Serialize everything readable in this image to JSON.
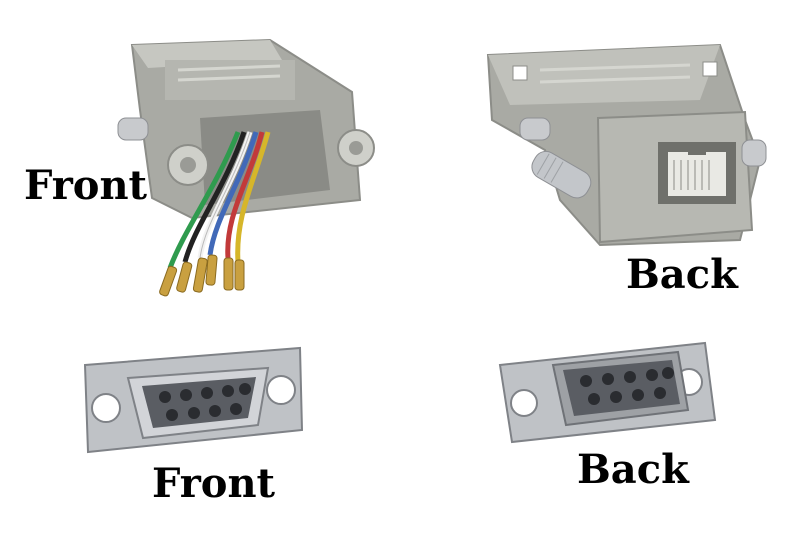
{
  "labels": {
    "adapter_front": "Front",
    "adapter_back": "Back",
    "connector_front": "Front",
    "connector_back": "Back"
  },
  "colors": {
    "adapter_gray": "#a9aaa4",
    "adapter_gray_light": "#c6c7c1",
    "adapter_gray_dark": "#7f807b",
    "metal_shell": "#b9bcc0",
    "pin_insert": "#5a5d63",
    "gold_pin": "#c9a040",
    "wire_green": "#2f9b4e",
    "wire_blue": "#4169b8",
    "wire_red": "#c23a3a",
    "wire_yellow": "#d6b62a",
    "wire_black": "#222222",
    "wire_white": "#f2f2f2"
  }
}
